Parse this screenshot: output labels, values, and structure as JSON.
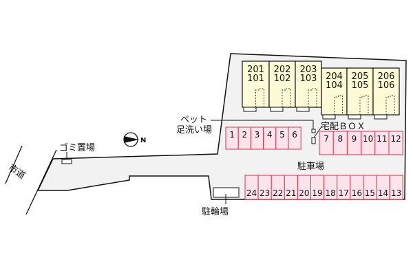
{
  "labels": {
    "city_road": "市道",
    "garbage": "ゴミ置場",
    "pet_line1": "ペット",
    "pet_line2": "足洗い場",
    "delivery_box": "宅配ＢＯＸ",
    "parking": "駐車場",
    "bicycle": "駐輪場",
    "north": "N"
  },
  "units": [
    {
      "upper": "201",
      "lower": "101"
    },
    {
      "upper": "202",
      "lower": "102"
    },
    {
      "upper": "203",
      "lower": "103"
    },
    {
      "upper": "204",
      "lower": "104"
    },
    {
      "upper": "205",
      "lower": "105"
    },
    {
      "upper": "206",
      "lower": "106"
    }
  ],
  "parking_rows": [
    [
      "1",
      "2",
      "3",
      "4",
      "5",
      "6"
    ],
    [
      "7",
      "8",
      "9",
      "10",
      "11",
      "12"
    ],
    [
      "24",
      "23",
      "22",
      "21",
      "20",
      "19",
      "18",
      "17",
      "16",
      "15",
      "14",
      "13"
    ]
  ],
  "colors": {
    "site": "#f2f2f2",
    "building": "#fdfbd6",
    "parking_fill": "#fde3ea",
    "parking_stroke": "#d9304f"
  }
}
